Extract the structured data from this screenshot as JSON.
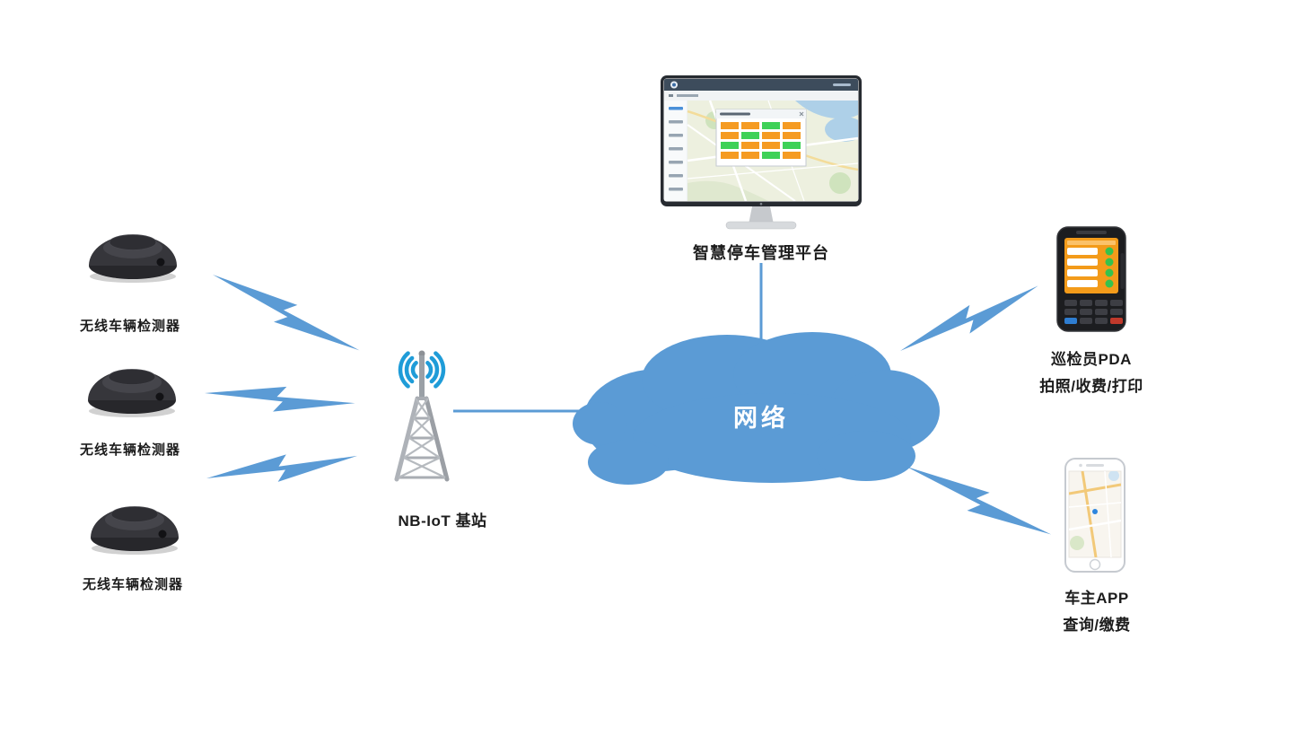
{
  "sensors": [
    {
      "label": "无线车辆检测器"
    },
    {
      "label": "无线车辆检测器"
    },
    {
      "label": "无线车辆检测器"
    }
  ],
  "base_station": {
    "label": "NB-IoT 基站"
  },
  "cloud": {
    "label": "网络"
  },
  "platform": {
    "label": "智慧停车管理平台"
  },
  "pda": {
    "label": "巡检员PDA",
    "sublabel": "拍照/收费/打印"
  },
  "owner_app": {
    "label": "车主APP",
    "sublabel": "查询/缴费"
  },
  "icons": {
    "vehicle_detector": "dark-dome-ground-sensor",
    "base_station": "lattice-antenna-tower-with-radio-waves",
    "network": "blue-cloud",
    "platform": "desktop-monitor-with-map-dashboard",
    "pda": "handheld-terminal-orange-screen",
    "owner_app": "smartphone-with-map",
    "wireless_link": "blue-lightning-bolt",
    "wired_link": "blue-line"
  },
  "colors": {
    "link_blue": "#5b9bd5",
    "cloud_blue": "#5b9bd5",
    "cloud_text": "#ffffff",
    "wave_blue": "#1f9cd8",
    "pda_screen_orange": "#f39b1a",
    "status_orange": "#f59b22",
    "status_green": "#3ed157",
    "label_text": "#1c1c1c"
  }
}
